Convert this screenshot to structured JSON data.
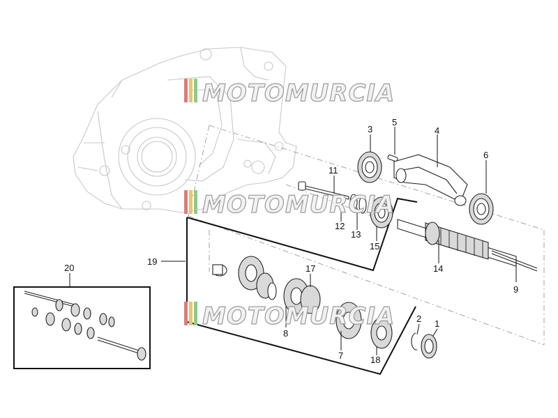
{
  "watermark": {
    "text": "MOTOMURCIA",
    "stripe_colors": [
      "#e07a7a",
      "#e8c76a",
      "#8fc98f"
    ]
  },
  "callouts": {
    "c1": "1",
    "c2": "2",
    "c3": "3",
    "c4": "4",
    "c5": "5",
    "c6": "6",
    "c7": "7",
    "c8": "8",
    "c9": "9",
    "c11": "11",
    "c12": "12",
    "c13": "13",
    "c14": "14",
    "c15": "15",
    "c17": "17",
    "c18": "18",
    "c19": "19",
    "c20": "20"
  }
}
